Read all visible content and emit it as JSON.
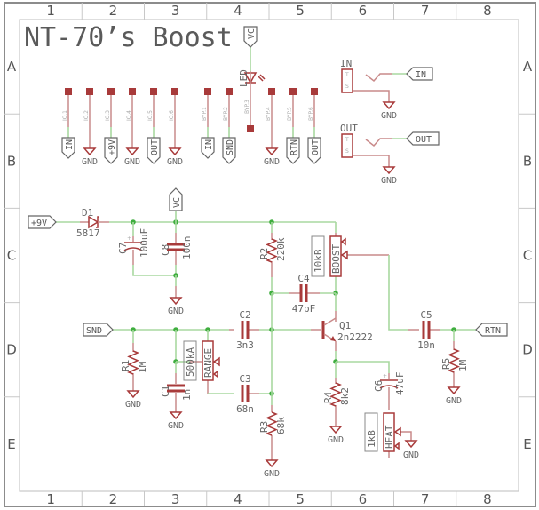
{
  "title": "NT-70’s Boost",
  "frame": {
    "columns": [
      "1",
      "2",
      "3",
      "4",
      "5",
      "6",
      "7",
      "8"
    ],
    "rows": [
      "A",
      "B",
      "C",
      "D",
      "E"
    ]
  },
  "colors": {
    "wire": "#a8d8a0",
    "part": "#a83a3a",
    "junction": "#3fae3f",
    "text": "#666666"
  },
  "connector_pins": [
    {
      "pin": "IO.1",
      "net": "IN",
      "kind": "flag"
    },
    {
      "pin": "IO.2",
      "net": "GND",
      "kind": "gnd"
    },
    {
      "pin": "IO.3",
      "net": "+9V",
      "kind": "flag"
    },
    {
      "pin": "IO.4",
      "net": "GND",
      "kind": "gnd"
    },
    {
      "pin": "IO.5",
      "net": "OUT",
      "kind": "flag"
    },
    {
      "pin": "IO.6",
      "net": "GND",
      "kind": "gnd"
    },
    {
      "pin": "BYP.1",
      "net": "IN",
      "kind": "flag"
    },
    {
      "pin": "BYP.2",
      "net": "SND",
      "kind": "flag"
    },
    {
      "pin": "BYP.3",
      "net": "",
      "kind": "led"
    },
    {
      "pin": "BYP.4",
      "net": "GND",
      "kind": "gnd"
    },
    {
      "pin": "BYP.5",
      "net": "RTN",
      "kind": "flag"
    },
    {
      "pin": "BYP.6",
      "net": "OUT",
      "kind": "flag"
    }
  ],
  "led": {
    "name": "LED",
    "net": "VC"
  },
  "jacks": [
    {
      "name": "IN",
      "net": "IN",
      "gnd": "GND",
      "pin_t": "T",
      "pin_s": "S"
    },
    {
      "name": "OUT",
      "net": "OUT",
      "gnd": "GND",
      "pin_t": "T",
      "pin_s": "S"
    }
  ],
  "components": {
    "D1": {
      "name": "D1",
      "value": "5817"
    },
    "C7": {
      "name": "C7",
      "value": "100uF"
    },
    "C8": {
      "name": "C8",
      "value": "100n"
    },
    "R2": {
      "name": "R2",
      "value": "220k"
    },
    "BOOST": {
      "name": "BOOST",
      "value": "10kB"
    },
    "C4": {
      "name": "C4",
      "value": "47pF"
    },
    "Q1": {
      "name": "Q1",
      "value": "2n2222"
    },
    "C5": {
      "name": "C5",
      "value": "10n"
    },
    "R5": {
      "name": "R5",
      "value": "1M"
    },
    "R1": {
      "name": "R1",
      "value": "1M"
    },
    "C1": {
      "name": "C1",
      "value": "1n"
    },
    "RANGE": {
      "name": "RANGE",
      "value": "500kA"
    },
    "C2": {
      "name": "C2",
      "value": "3n3"
    },
    "C3": {
      "name": "C3",
      "value": "68n"
    },
    "R3": {
      "name": "R3",
      "value": "68k"
    },
    "R4": {
      "name": "R4",
      "value": "8k2"
    },
    "C6": {
      "name": "C6",
      "value": "47uF"
    },
    "HEAT": {
      "name": "HEAT",
      "value": "1kB"
    }
  },
  "net_labels": {
    "vc": "VC",
    "plus9v": "+9V",
    "snd": "SND",
    "rtn": "RTN",
    "gnd": "GND"
  }
}
